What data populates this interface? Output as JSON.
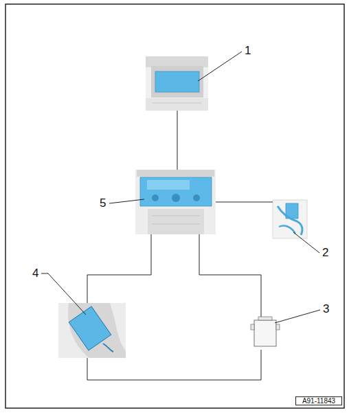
{
  "diagram": {
    "nodes": [
      {
        "text": [
          "1"
        ]
      },
      {
        "text": [
          "5"
        ]
      },
      {
        "text": [
          "2"
        ]
      },
      {
        "text": [
          "4"
        ]
      },
      {
        "text": [
          "3"
        ]
      }
    ],
    "edges": [
      {
        "from": 0,
        "to": 1,
        "arrow": "none"
      },
      {
        "from": 1,
        "to": 2,
        "arrow": "none"
      },
      {
        "from": 1,
        "to": 3,
        "arrow": "none"
      },
      {
        "from": 1,
        "to": 4,
        "arrow": "none"
      },
      {
        "from": 3,
        "to": 4,
        "arrow": "none"
      }
    ],
    "labels": [
      "A91-11843"
    ]
  }
}
